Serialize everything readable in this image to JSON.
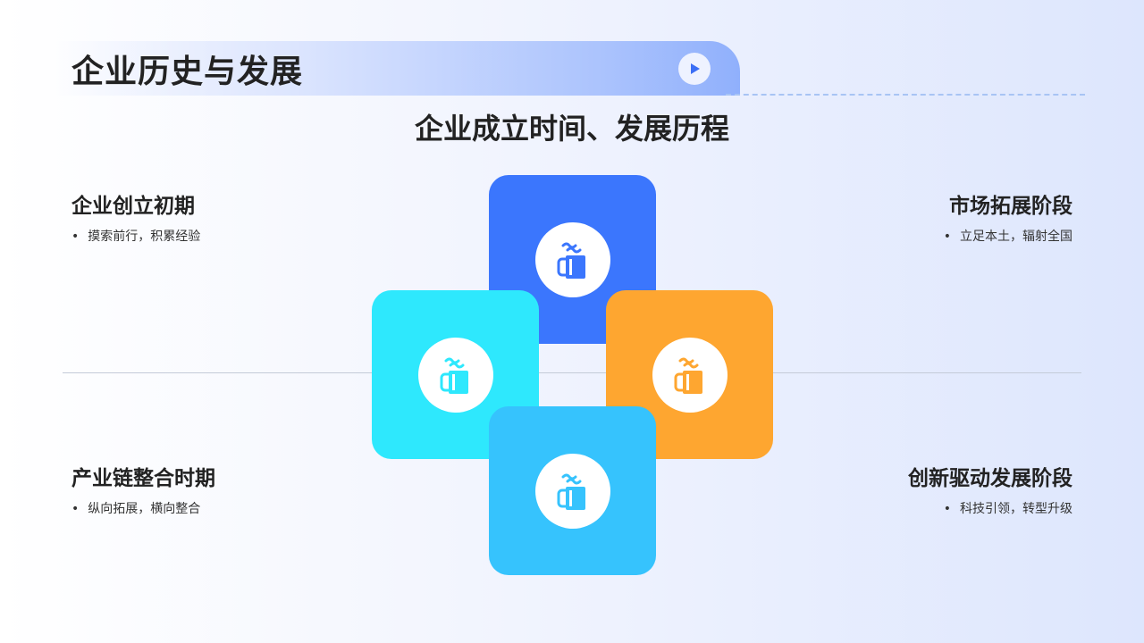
{
  "header": {
    "title": "企业历史与发展",
    "play_icon": "play-icon"
  },
  "subtitle": "企业成立时间、发展历程",
  "stages": [
    {
      "title": "企业创立初期",
      "bullet": "•",
      "text": "摸索前行，积累经验"
    },
    {
      "title": "市场拓展阶段",
      "bullet": "•",
      "text": "立足本土，辐射全国"
    },
    {
      "title": "产业链整合时期",
      "bullet": "•",
      "text": "纵向拓展，横向整合"
    },
    {
      "title": "创新驱动发展阶段",
      "bullet": "•",
      "text": "科技引领，转型升级"
    }
  ],
  "tiles": [
    {
      "icon": "cup-icon",
      "color": "#3b76fd"
    },
    {
      "icon": "cup-icon",
      "color": "#2ee8fd"
    },
    {
      "icon": "cup-icon",
      "color": "#fea630"
    },
    {
      "icon": "cup-icon",
      "color": "#36c3fd"
    }
  ],
  "colors": {
    "accent": "#90b0fc",
    "dash": "#a8c4f4"
  }
}
